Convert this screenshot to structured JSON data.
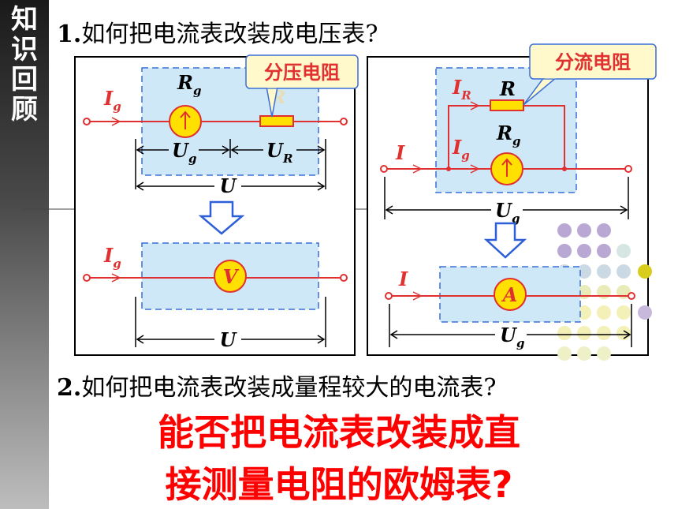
{
  "sidebar": {
    "chars": [
      "知",
      "识",
      "回",
      "顾"
    ]
  },
  "question1": {
    "number": "1.",
    "text": "如何把电流表改装成电压表?"
  },
  "question2": {
    "number": "2.",
    "text": "如何把电流表改装成量程较大的电流表?"
  },
  "question3": {
    "line1": "能否把电流表改装成直",
    "line2": "接测量电阻的欧姆表?"
  },
  "voltmeter_circuit": {
    "current": "I",
    "current_sub": "g",
    "galvanometer_R": "R",
    "galvanometer_R_sub": "g",
    "resistor_ghost": "R",
    "callout": "分压电阻",
    "ug": "U",
    "ug_sub": "g",
    "ur": "U",
    "ur_sub": "R",
    "total": "U",
    "meter_symbol": "V",
    "result_current": "I",
    "result_current_sub": "g",
    "result_total": "U"
  },
  "ammeter_circuit": {
    "callout": "分流电阻",
    "ir": "I",
    "ir_sub": "R",
    "r": "R",
    "rg": "R",
    "rg_sub": "g",
    "ig": "I",
    "ig_sub": "g",
    "i": "I",
    "ug": "U",
    "ug_sub": "g",
    "meter_symbol": "A",
    "result_current": "I",
    "result_ug": "U",
    "result_ug_sub": "g"
  },
  "colors": {
    "wire": "#e03030",
    "meter_fill": "#ffe000",
    "box_fill": "#cfe8f8",
    "box_border": "#3a6fd8",
    "callout_fill": "#fff9cc",
    "accent_red": "#ff0000",
    "arrow": "#2f5fd8"
  }
}
